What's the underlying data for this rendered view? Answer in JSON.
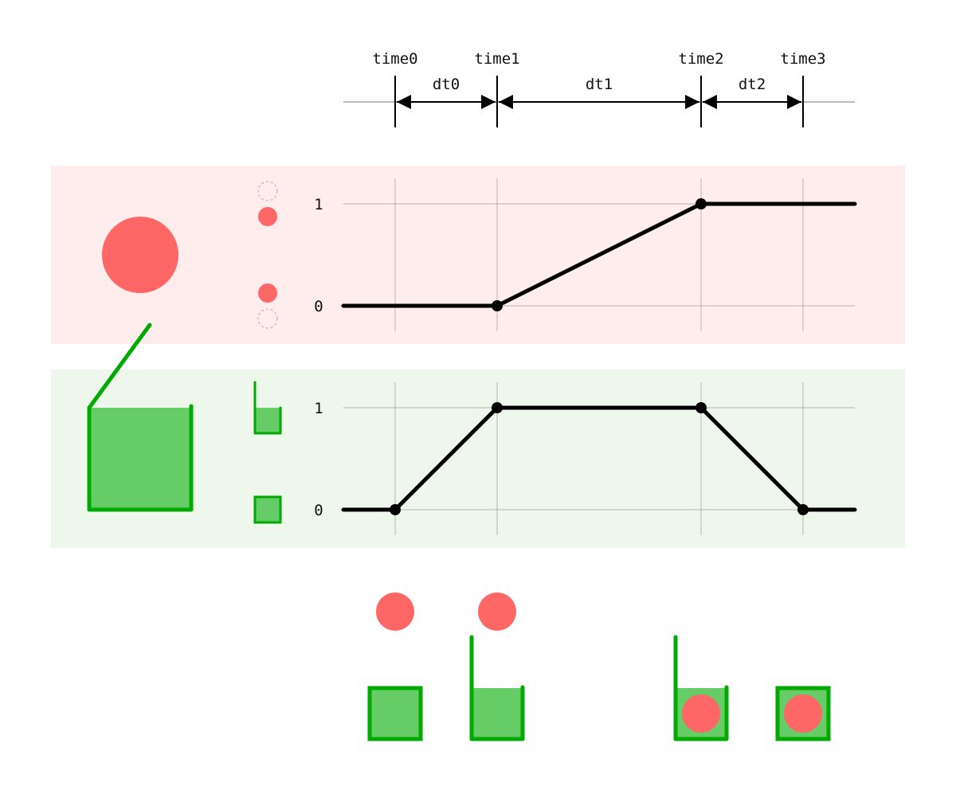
{
  "timeline": {
    "time_labels": [
      "time0",
      "time1",
      "time2",
      "time3"
    ],
    "interval_labels": [
      "dt0",
      "dt1",
      "dt2"
    ]
  },
  "panels": {
    "red": {
      "y_labels": [
        "1",
        "0"
      ]
    },
    "green": {
      "y_labels": [
        "1",
        "0"
      ]
    }
  },
  "colors": {
    "red_panel_bg": "#ffecec",
    "green_panel_bg": "#edf7ec",
    "ball": "#ff6666",
    "cup_fill": "#66cc66",
    "cup_stroke": "#00aa00",
    "curve": "#000000",
    "grid": "#999999"
  }
}
